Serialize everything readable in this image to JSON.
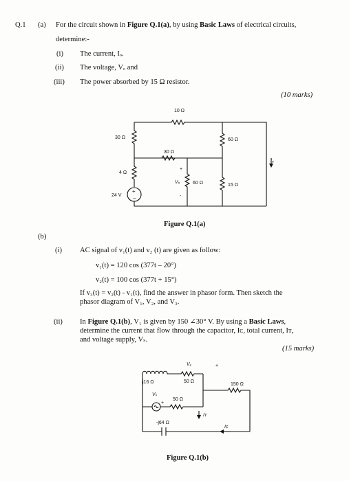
{
  "q1": {
    "number": "Q.1",
    "part_a": {
      "label": "(a)",
      "intro_1": "For the circuit shown in ",
      "intro_fig": "Figure Q.1(a)",
      "intro_2": ", by using ",
      "intro_laws": "Basic Laws",
      "intro_3": " of electrical circuits,",
      "intro_4": "determine:-",
      "items": [
        {
          "num": "(i)",
          "text": "The current, Iₒ."
        },
        {
          "num": "(ii)",
          "text": "The voltage, Vₒ and"
        },
        {
          "num": "(iii)",
          "text": "The power absorbed by 15 Ω resistor."
        }
      ],
      "marks": "(10 marks)",
      "figure_caption": "Figure Q.1(a)",
      "circuit": {
        "r_top": "10 Ω",
        "r_left": "30 Ω",
        "r_mid": "30 Ω",
        "r_4": "4 Ω",
        "src": "24 V",
        "vo": "Vₒ",
        "plus": "+",
        "minus": "-",
        "r_60a": "60 Ω",
        "r_60b": "60 Ω",
        "r_15": "15 Ω",
        "io": "Iₒ"
      }
    },
    "part_b": {
      "label": "(b)",
      "sub_i": {
        "num": "(i)",
        "intro": "AC signal of v₁(t) and v₂ (t) are given as follow:",
        "eq1": "v₁(t) = 120 cos (377t – 20°)",
        "eq2": "v₂(t) = 100 cos (377t + 15°)",
        "if_1": "If  v₃(t) = v₂(t) - v₁(t), find the answer in phasor form. Then sketch the",
        "if_2": "phasor diagram of V₁, V₂, and V₃."
      },
      "sub_ii": {
        "num": "(ii)",
        "l1a": "In ",
        "l1fig": "Figure Q.1(b)",
        "l1b": ", V₁ is given by 150 ∠30° V. By using a ",
        "l1laws": "Basic Laws",
        "l1c": ",",
        "l2": "determine the current that flow through the capacitor, Iᴄ, total current, Iᴛ,",
        "l3": "and voltage supply, Vₛ."
      },
      "marks": "(15 marks)",
      "figure_caption": "Figure Q.1(b)",
      "circuit": {
        "v1": "V₁",
        "plus": "+",
        "j16": "j16 Ω",
        "r50a": "50 Ω",
        "r150": "150 Ω",
        "vs": "Vₛ",
        "r50b": "50 Ω",
        "it": "Iᴛ",
        "cap": "-j64 Ω",
        "ic": "Iᴄ"
      }
    }
  }
}
